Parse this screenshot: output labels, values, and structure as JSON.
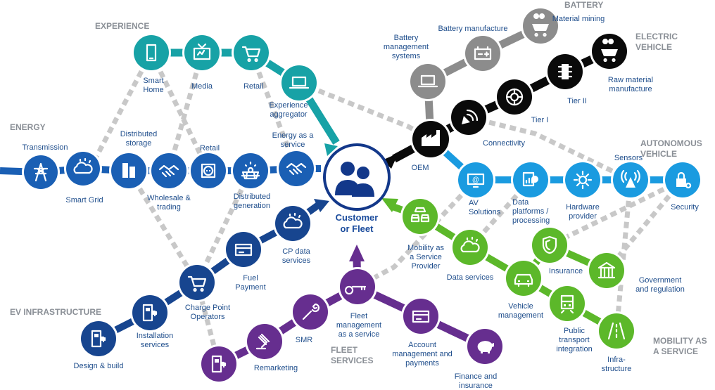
{
  "center": {
    "label_line1": "Customer",
    "label_line2": "or Fleet",
    "icon": "users-icon"
  },
  "groups": {
    "experience": "EXPERIENCE",
    "battery": "BATTERY",
    "electric_vehicle": [
      "ELECTRIC",
      "VEHICLE"
    ],
    "energy": "ENERGY",
    "autonomous_vehicle": [
      "AUTONOMOUS",
      "VEHICLE"
    ],
    "ev_infrastructure": "EV INFRASTRUCTURE",
    "fleet_services": [
      "FLEET",
      "SERVICES"
    ],
    "mobility_as_a_service": [
      "MOBILITY AS",
      "A SERVICE"
    ]
  },
  "nodes": {
    "smart_home": {
      "label": [
        "Smart",
        "Home"
      ],
      "icon": "smartphone-icon"
    },
    "media": {
      "label": [
        "Media"
      ],
      "icon": "tv-icon"
    },
    "retail_exp": {
      "label": [
        "Retail"
      ],
      "icon": "cart-icon"
    },
    "experience_aggregator": {
      "label": [
        "Experience",
        "aggregator"
      ],
      "icon": "laptop-icon"
    },
    "battery_mgmt": {
      "label": [
        "Battery",
        "management",
        "systems"
      ],
      "icon": "laptop-icon"
    },
    "battery_manufacture": {
      "label": [
        "Battery manufacture"
      ],
      "icon": "battery-icon"
    },
    "material_mining": {
      "label": [
        "Material mining"
      ],
      "icon": "minecart-icon"
    },
    "raw_material": {
      "label": [
        "Raw material",
        "manufacture"
      ],
      "icon": "minecart-icon"
    },
    "tier_ii": {
      "label": [
        "Tier II"
      ],
      "icon": "component-icon"
    },
    "tier_i": {
      "label": [
        "Tier I"
      ],
      "icon": "wheel-icon"
    },
    "connectivity": {
      "label": [
        "Connectivity"
      ],
      "icon": "signal-icon"
    },
    "oem": {
      "label": [
        "OEM"
      ],
      "icon": "factory-icon"
    },
    "transmission": {
      "label": [
        "Transmission"
      ],
      "icon": "pylon-icon"
    },
    "smart_grid": {
      "label": [
        "Smart Grid"
      ],
      "icon": "cloud-icon"
    },
    "distributed_storage": {
      "label": [
        "Distributed",
        "storage"
      ],
      "icon": "storage-icon"
    },
    "wholesale": {
      "label": [
        "Wholesale &",
        "trading"
      ],
      "icon": "handshake-icon"
    },
    "retail_energy": {
      "label": [
        "Retail"
      ],
      "icon": "socket-icon"
    },
    "distributed_generation": {
      "label": [
        "Distributed",
        "generation"
      ],
      "icon": "solar-icon"
    },
    "energy_as_service": {
      "label": [
        "Energy as a",
        "service"
      ],
      "icon": "handshake-icon"
    },
    "av_solutions": {
      "label": [
        "AV",
        "Solutions"
      ],
      "icon": "monitor-icon"
    },
    "data_platforms": {
      "label": [
        "Data",
        "platforms /",
        "processing"
      ],
      "icon": "chart-icon"
    },
    "hardware_provider": {
      "label": [
        "Hardware",
        "provider"
      ],
      "icon": "gear-icon"
    },
    "sensors": {
      "label": [
        "Sensors"
      ],
      "icon": "antenna-icon"
    },
    "security": {
      "label": [
        "Security"
      ],
      "icon": "lock-icon"
    },
    "design_build": {
      "label": [
        "Design & build"
      ],
      "icon": "charger-icon"
    },
    "installation": {
      "label": [
        "Installation",
        "services"
      ],
      "icon": "charger-icon"
    },
    "charge_point_ops": {
      "label": [
        "Charge Point",
        "Operators"
      ],
      "icon": "cart-icon"
    },
    "fuel_payment": {
      "label": [
        "Fuel",
        "Payment"
      ],
      "icon": "card-icon"
    },
    "cp_data": {
      "label": [
        "CP data",
        "services"
      ],
      "icon": "cloud-icon"
    },
    "remarketing": {
      "label": [
        "Remarketing"
      ],
      "icon": "gavel-icon"
    },
    "ev_charger_fleet": {
      "label": [],
      "icon": "charger-icon"
    },
    "smr": {
      "label": [
        "SMR"
      ],
      "icon": "wrench-icon"
    },
    "fleet_management": {
      "label": [
        "Fleet",
        "management",
        "as a service"
      ],
      "icon": "key-icon"
    },
    "account_mgmt": {
      "label": [
        "Account",
        "management and",
        "payments"
      ],
      "icon": "card-icon"
    },
    "finance": {
      "label": [
        "Finance and",
        "insurance"
      ],
      "icon": "piggybank-icon"
    },
    "maas_provider": {
      "label": [
        "Mobility as",
        "a Service",
        "Provider"
      ],
      "icon": "cars-icon"
    },
    "data_services": {
      "label": [
        "Data services"
      ],
      "icon": "cloud-icon"
    },
    "vehicle_mgmt": {
      "label": [
        "Vehicle",
        "management"
      ],
      "icon": "car-icon"
    },
    "insurance": {
      "label": [
        "Insurance"
      ],
      "icon": "shield-icon"
    },
    "government": {
      "label": [
        "Government",
        "and regulation"
      ],
      "icon": "building-icon"
    },
    "public_transport": {
      "label": [
        "Public",
        "transport",
        "integration"
      ],
      "icon": "train-icon"
    },
    "infrastructure": {
      "label": [
        "Infra-",
        "structure"
      ],
      "icon": "road-icon"
    }
  },
  "colors": {
    "experience": "#17a2a6",
    "battery": "#8c8c8c",
    "electric_vehicle": "#0a0a0a",
    "energy": "#1a5fb4",
    "autonomous": "#1a9be0",
    "ev_infra": "#17458f",
    "fleet": "#662e8f",
    "maas": "#5cb82a",
    "center": "#13388a",
    "dashed": "#c8c8c8",
    "label": "#1f4e8c"
  }
}
